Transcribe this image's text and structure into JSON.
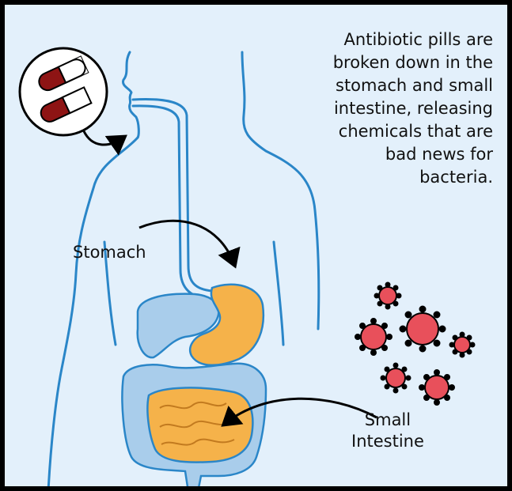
{
  "caption": "Antibiotic pills are\nbroken down in the\nstomach and small\nintestine, releasing\nchemicals that are\nbad news for\nbacteria.",
  "labels": {
    "stomach": "Stomach",
    "small_intestine": "Small\nIntestine"
  },
  "colors": {
    "background": "#e3f0fb",
    "body_outline": "#2a86c8",
    "stomach": "#f5b24a",
    "liver": "#a9cdeb",
    "large_intestine": "#a9cdeb",
    "small_intestine": "#f5b24a",
    "bacteria": "#e8505b",
    "pill_red": "#8e1414"
  },
  "icons": [
    "pill-capsule-icon",
    "bacteria-icon",
    "arrow-icon"
  ]
}
